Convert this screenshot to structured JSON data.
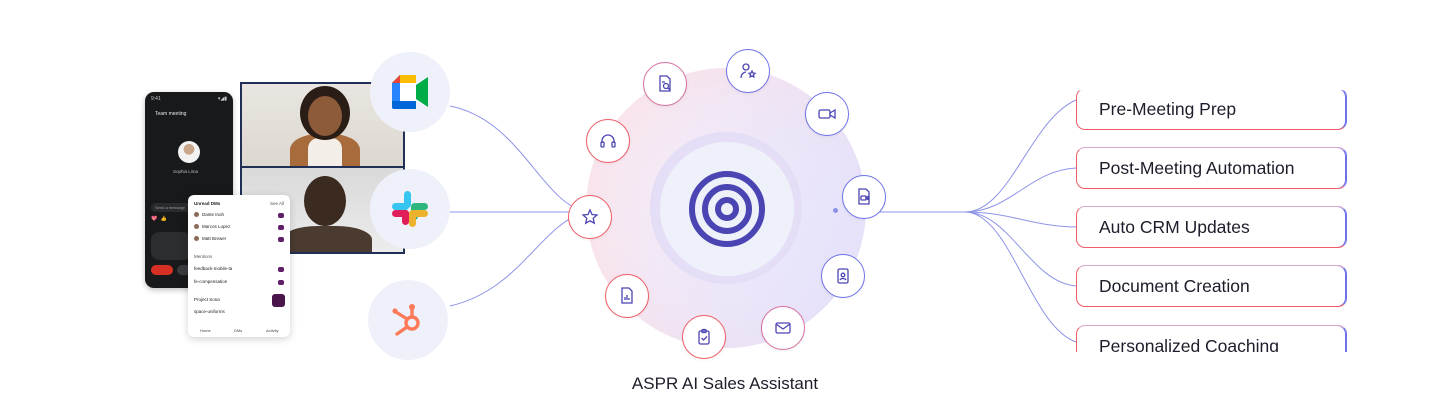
{
  "caption": "ASPR AI Sales Assistant",
  "features": [
    "Pre-Meeting Prep",
    "Post-Meeting Automation",
    "Auto CRM Updates",
    "Document Creation",
    "Personalized Coaching"
  ],
  "integrations": [
    {
      "name": "Google Meet",
      "icon": "google-meet-icon"
    },
    {
      "name": "Slack",
      "icon": "slack-icon"
    },
    {
      "name": "HubSpot",
      "icon": "hubspot-icon"
    }
  ],
  "orbit_icons": [
    "document-search-icon",
    "user-star-icon",
    "video-camera-icon",
    "headset-icon",
    "star-sparkle-icon",
    "document-video-icon",
    "id-card-icon",
    "report-chart-icon",
    "clipboard-check-icon",
    "mail-icon"
  ],
  "phone": {
    "status_time": "9:41",
    "status_right": "▾◢▮",
    "meeting_title": "Team meeting",
    "caller_name": "Sophia Lima",
    "message_placeholder": "Send a message",
    "emojis": "💖 👍 😂 😮"
  },
  "slack_panel": {
    "header": "Unread DMs",
    "header_right": "See All",
    "dms": [
      "Dante Inoh",
      "Marcos Lopez",
      "Matt Brewer"
    ],
    "mentions_label": "Mentions",
    "channels": [
      "feedback-mobile-ta",
      "fe-compensation"
    ],
    "extra_rows": [
      "Project Sona",
      "space-uniforms"
    ],
    "nav": [
      "Home",
      "DMs",
      "Activity"
    ]
  },
  "colors": {
    "accent_red": "#ef5b66",
    "accent_blue": "#6d72e8",
    "hub_logo": "#4a45b3"
  }
}
